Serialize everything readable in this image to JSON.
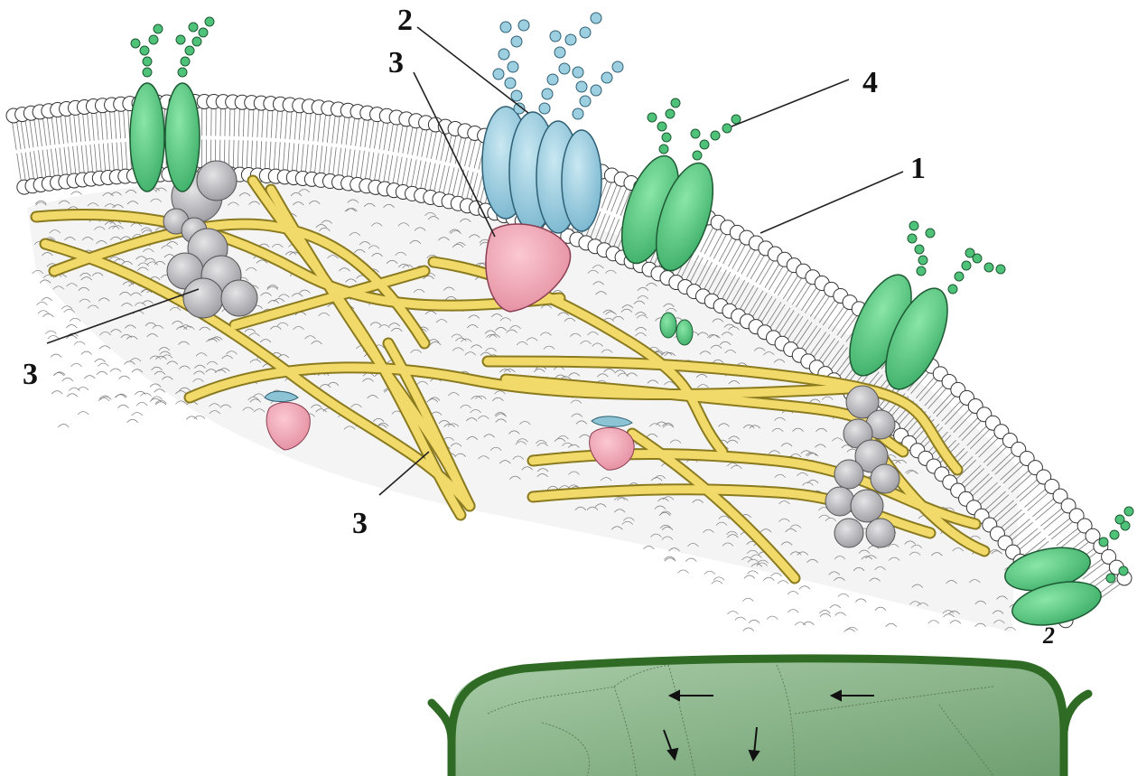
{
  "labels": {
    "one": "1",
    "two": "2",
    "three": "3",
    "four": "4",
    "corner": "2"
  },
  "colors": {
    "lipid_head": "#ffffff",
    "lipid_outline": "#333333",
    "glycoprotein_green": "#5fd08a",
    "glycoprotein_blue": "#9ccfe0",
    "peripheral_pink": "#f2a7b5",
    "cytoskeleton_yellow": "#f2da6a",
    "junction_gray": "#b9b9bd",
    "cell_wall": "#2f6b24",
    "cytoplasm": "#8cb88c"
  },
  "icons": [
    "arrow-left-icon",
    "arrow-down-icon"
  ]
}
